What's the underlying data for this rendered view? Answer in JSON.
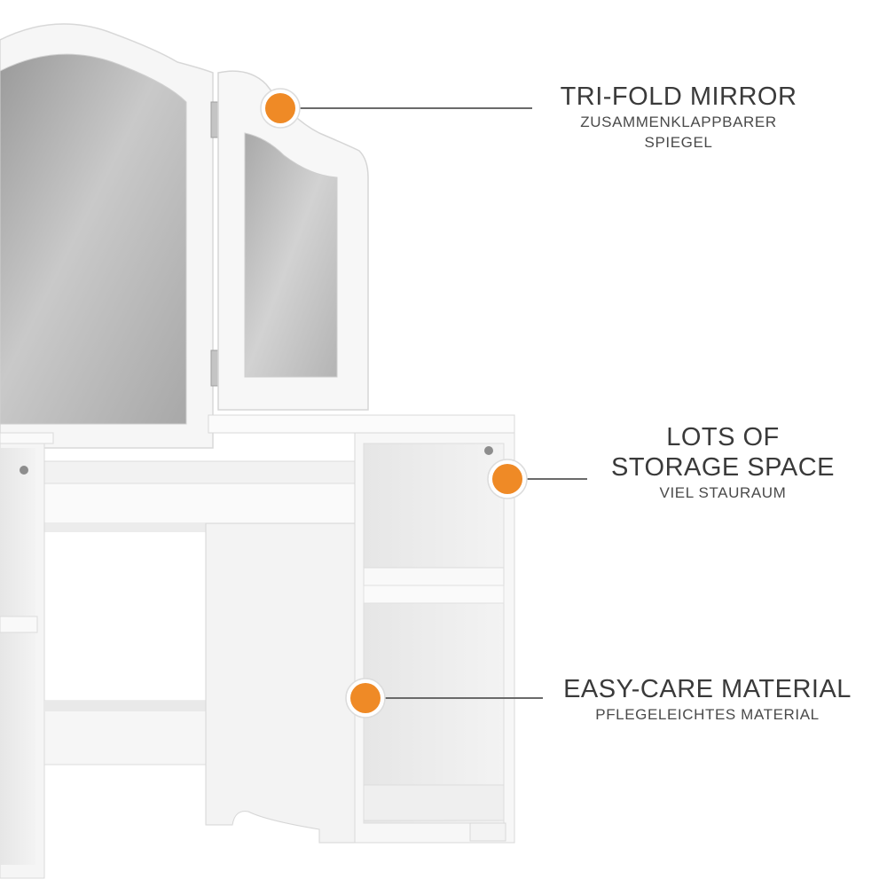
{
  "callouts": {
    "mirror": {
      "title": "TRI-FOLD MIRROR",
      "subtitle_line1": "ZUSAMMENKLAPPBARER",
      "subtitle_line2": "SPIEGEL"
    },
    "storage": {
      "title_line1": "LOTS OF",
      "title_line2": "STORAGE SPACE",
      "subtitle": "VIEL STAURAUM"
    },
    "material": {
      "title": "EASY-CARE MATERIAL",
      "subtitle": "PFLEGELEICHTES MATERIAL"
    }
  },
  "colors": {
    "marker": "#ef8a26",
    "marker_ring": "#ffffff",
    "line": "#6a6a6a",
    "furniture": "#f4f4f4",
    "mirror_glass": "#b9b9b9"
  },
  "icons": [
    "hinge-icon",
    "screw-icon"
  ]
}
